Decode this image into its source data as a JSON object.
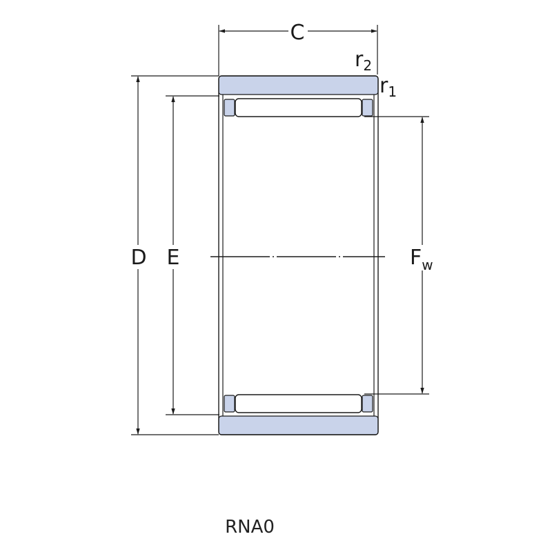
{
  "labels": {
    "C": "C",
    "D": "D",
    "E": "E",
    "Fw_main": "F",
    "Fw_sub": "w",
    "r2_main": "r",
    "r2_sub": "2",
    "r1_main": "r",
    "r1_sub": "1"
  },
  "caption": "RNA0",
  "colors": {
    "ring_fill": "#c9d3ea",
    "line": "#1a1a1a",
    "roller_fill": "#ffffff",
    "background": "#ffffff"
  }
}
